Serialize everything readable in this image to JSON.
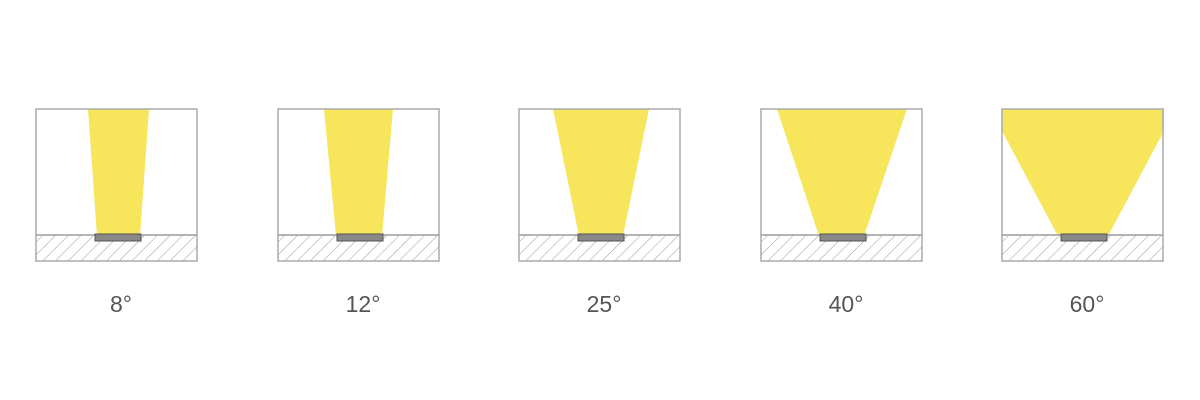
{
  "colors": {
    "beam": "#f7e65c",
    "frame": "#aaaaaa",
    "hatch": "#999999",
    "led": "#888888",
    "label": "#555555"
  },
  "panels": [
    {
      "label": "8°",
      "beam_angle_deg": 8
    },
    {
      "label": "12°",
      "beam_angle_deg": 12
    },
    {
      "label": "25°",
      "beam_angle_deg": 25
    },
    {
      "label": "40°",
      "beam_angle_deg": 40
    },
    {
      "label": "60°",
      "beam_angle_deg": 60
    }
  ]
}
